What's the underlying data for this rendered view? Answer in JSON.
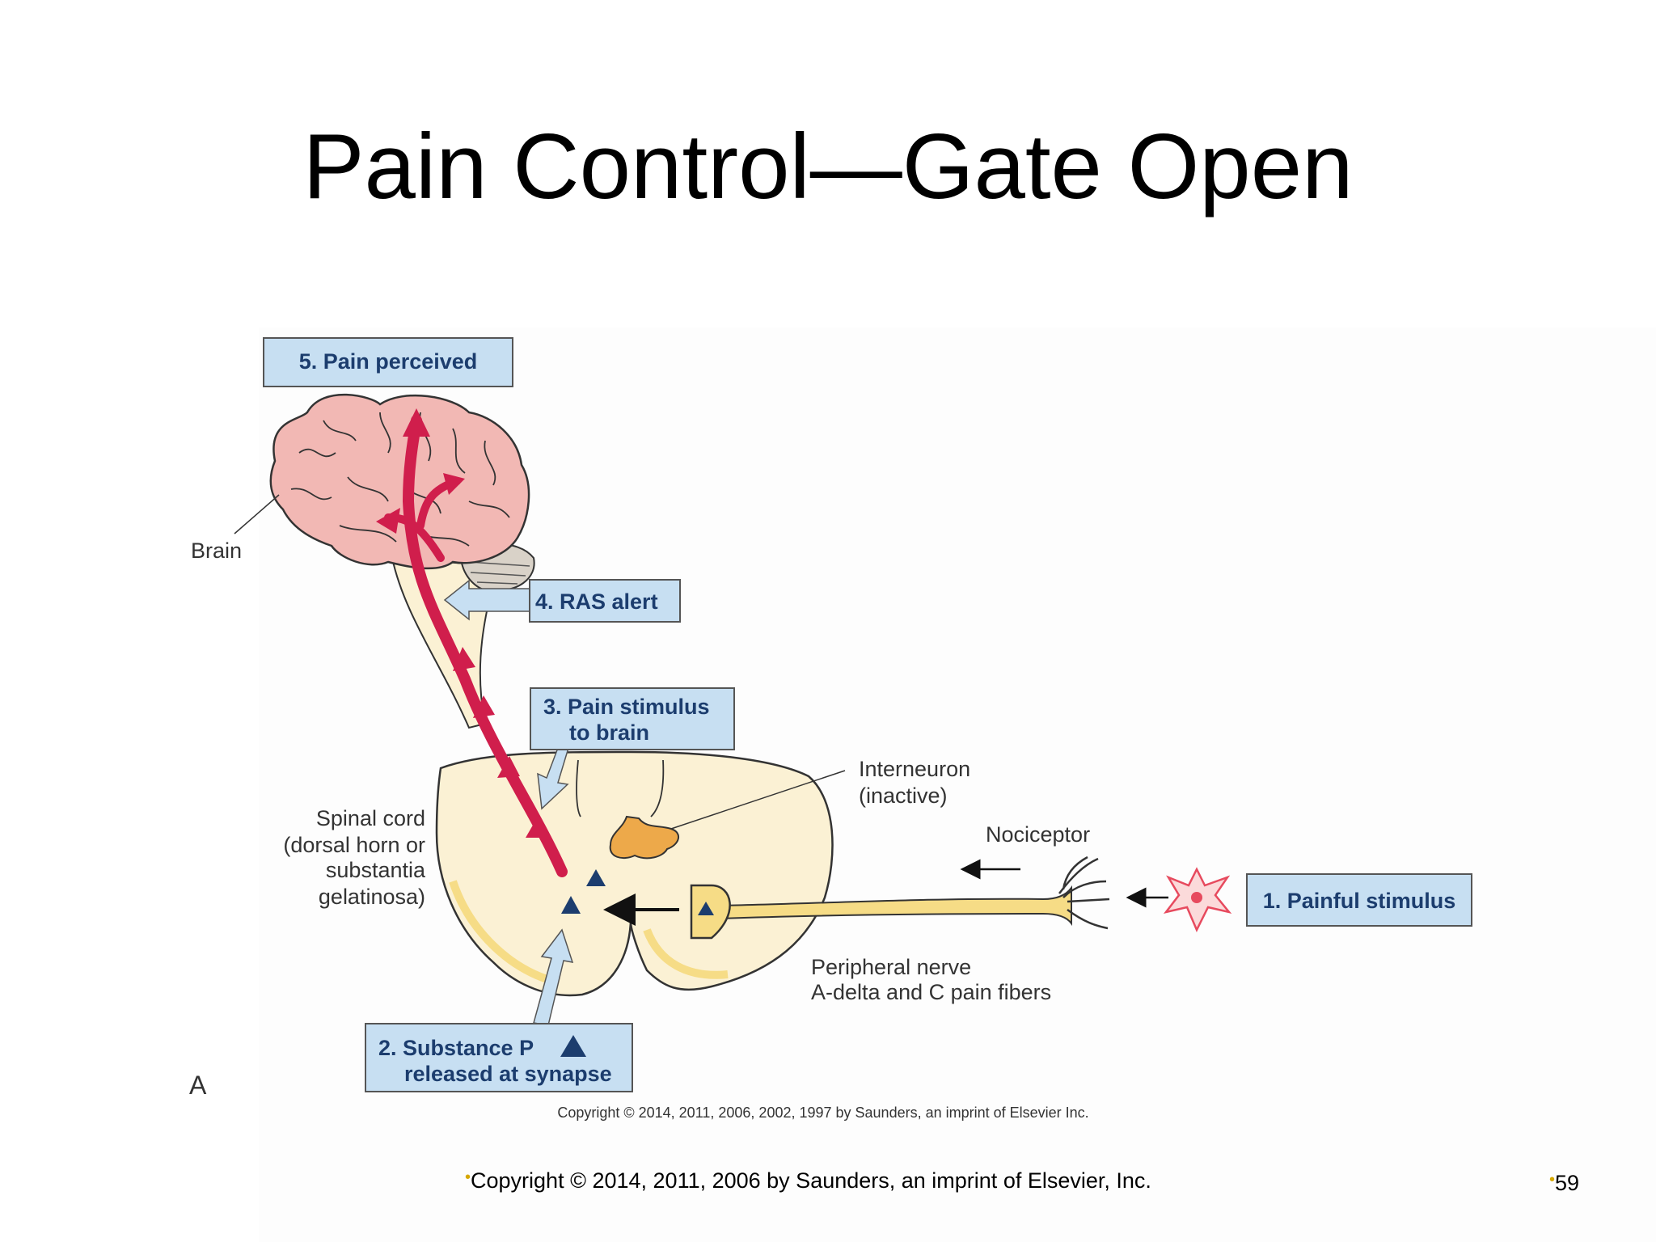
{
  "title": "Pain Control—Gate Open",
  "diagram": {
    "boxes": {
      "pain_perceived": "5. Pain perceived",
      "ras_alert": "4. RAS alert",
      "pain_stimulus_line1": "3. Pain stimulus",
      "pain_stimulus_line2": "to brain",
      "substance_p_line1": "2. Substance P",
      "substance_p_line2": "released at synapse",
      "painful_stimulus": "1. Painful stimulus"
    },
    "labels": {
      "brain": "Brain",
      "spinal_cord_1": "Spinal cord",
      "spinal_cord_2": "(dorsal horn or",
      "spinal_cord_3": "substantia",
      "spinal_cord_4": "gelatinosa)",
      "interneuron_1": "Interneuron",
      "interneuron_2": "(inactive)",
      "nociceptor": "Nociceptor",
      "peripheral_1": "Peripheral nerve",
      "peripheral_2": "A-delta and C pain fibers",
      "panel": "A"
    },
    "figure_copyright": "Copyright © 2014, 2011, 2006, 2002, 1997 by Saunders, an imprint of Elsevier Inc.",
    "colors": {
      "box_fill": "#c7dff2",
      "box_stroke": "#555555",
      "pathway": "#d01e4c",
      "brain": "#f2b8b4",
      "spinal_cord": "#fbf1d4",
      "nerve": "#f6dc86",
      "interneuron": "#eda94a",
      "substance_p": "#1c3d6e",
      "stimulus": "#e74a5e"
    }
  },
  "footer": {
    "copyright": "Copyright © 2014, 2011, 2006 by Saunders, an imprint of Elsevier, Inc.",
    "page_number": "59"
  }
}
